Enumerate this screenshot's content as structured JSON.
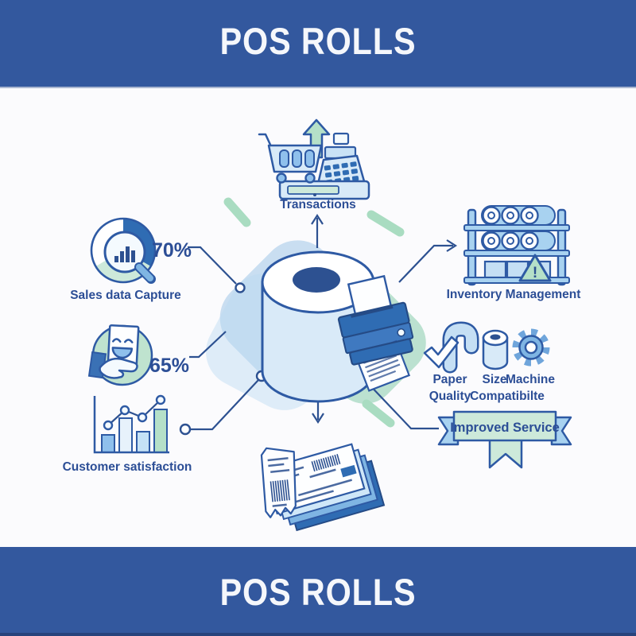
{
  "banners": {
    "top": {
      "title": "POS ROLLS"
    },
    "bottom": {
      "title": "POS ROLLS"
    }
  },
  "colors": {
    "band_blue": "#33589E",
    "text_blue": "#2C4E96",
    "outline_blue": "#2E5AA4",
    "mid_blue": "#2F6CB3",
    "sky_blue": "#7FB5E3",
    "light_blue": "#C9E2F6",
    "pale_blue": "#E7F2FB",
    "green": "#A9DCC1",
    "pale_green": "#CDE9DA",
    "background": "#FBFBFD"
  },
  "diagram": {
    "center_icon": "paper-roll-and-printer-illustration",
    "nodes": {
      "transactions": {
        "label": "Transactions",
        "icon": "shopping-cart-cash-register-up-arrow-icon"
      },
      "inventory": {
        "label": "Inventory Management",
        "warning": "!",
        "icon": "storage-shelf-paper-rolls-warning-icon"
      },
      "sales": {
        "label": "Sales data Capture",
        "value": "70%",
        "icon": "pie-chart-magnifier-icon"
      },
      "happiness": {
        "value": "65%",
        "icon": "hand-smiley-card-icon"
      },
      "customer": {
        "label": "Customer satisfaction",
        "icon": "bar-chart-trend-line-icon"
      },
      "receipt": {
        "icon": "printed-receipt-stack-icon"
      },
      "features": {
        "paper_quality": {
          "line1": "Paper",
          "line2": "Quality",
          "icon": "checkmark-paper-roll-icon"
        },
        "size": {
          "line1": "Size",
          "line2": "Compatibilte",
          "icon": "paper-roll-cylinder-icon"
        },
        "machine": {
          "line1": "Machine",
          "icon": "gear-icon"
        }
      },
      "service": {
        "label": "Improved Service",
        "icon": "ribbon-banner-icon"
      }
    }
  }
}
